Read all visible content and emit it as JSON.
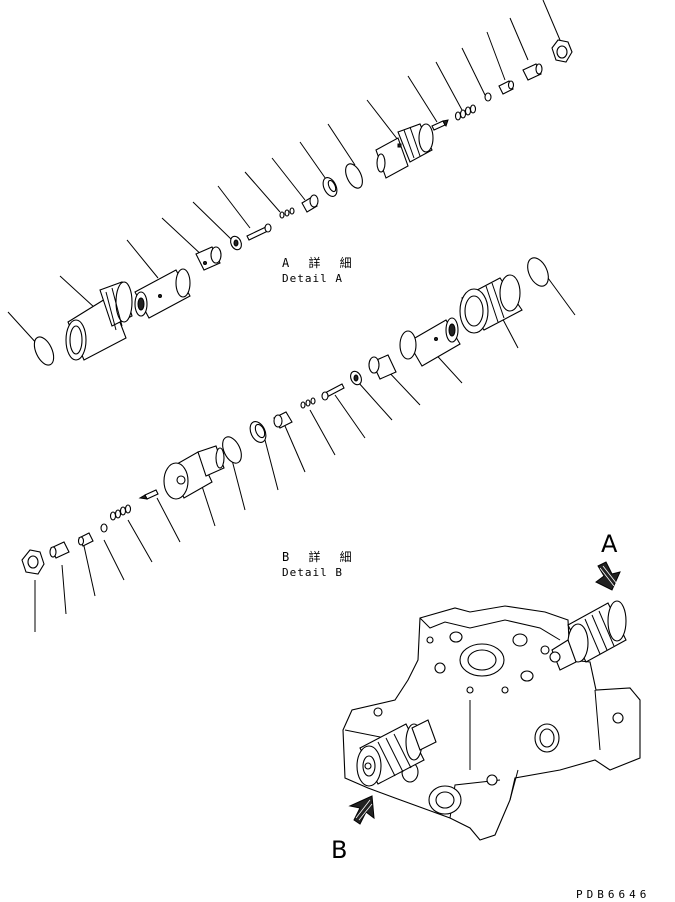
{
  "diagram": {
    "detail_a": {
      "label_jp": "A 詳 細",
      "label_en": "Detail A"
    },
    "detail_b": {
      "label_jp": "B 詳 細",
      "label_en": "Detail B"
    },
    "callout_a": "A",
    "callout_b": "B",
    "drawing_code": "PDB6646"
  }
}
